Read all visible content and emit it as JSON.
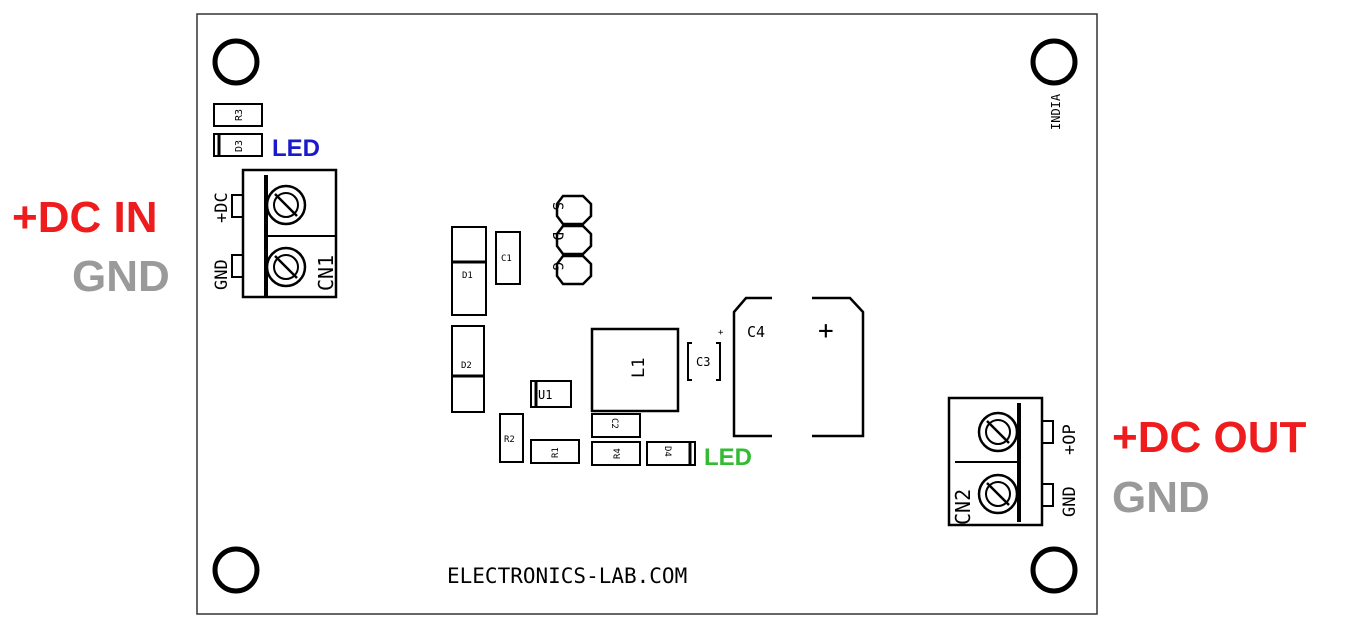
{
  "colors": {
    "dc_red": "#ee1c1c",
    "gnd_gray": "#9a9a9a",
    "led_blue": "#1a1acc",
    "led_green": "#33bb33",
    "silk": "#000000"
  },
  "external_labels": {
    "dc_in": "+DC IN",
    "dc_in_gnd": "GND",
    "dc_out": "+DC OUT",
    "dc_out_gnd": "GND",
    "led_top": "LED",
    "led_bottom": "LED"
  },
  "board": {
    "brand": "ELECTRONICS-LAB.COM",
    "country": "INDIA",
    "cn1": {
      "ref": "CN1",
      "pin_plus": "+DC",
      "pin_gnd": "GND"
    },
    "cn2": {
      "ref": "CN2",
      "pin_plus": "+OP",
      "pin_gnd": "GND"
    },
    "header_pins": [
      "S",
      "D",
      "G"
    ],
    "components": {
      "r1": "R1",
      "r2": "R2",
      "r3": "R3",
      "r4": "R4",
      "d1": "D1",
      "d2": "D2",
      "d3": "D3",
      "d4": "D4",
      "c1": "C1",
      "c2": "C2",
      "c3": "C3",
      "c4": "C4",
      "l1": "L1",
      "u1": "U1",
      "c4_polarity": "+",
      "c3_polarity": "+"
    }
  }
}
